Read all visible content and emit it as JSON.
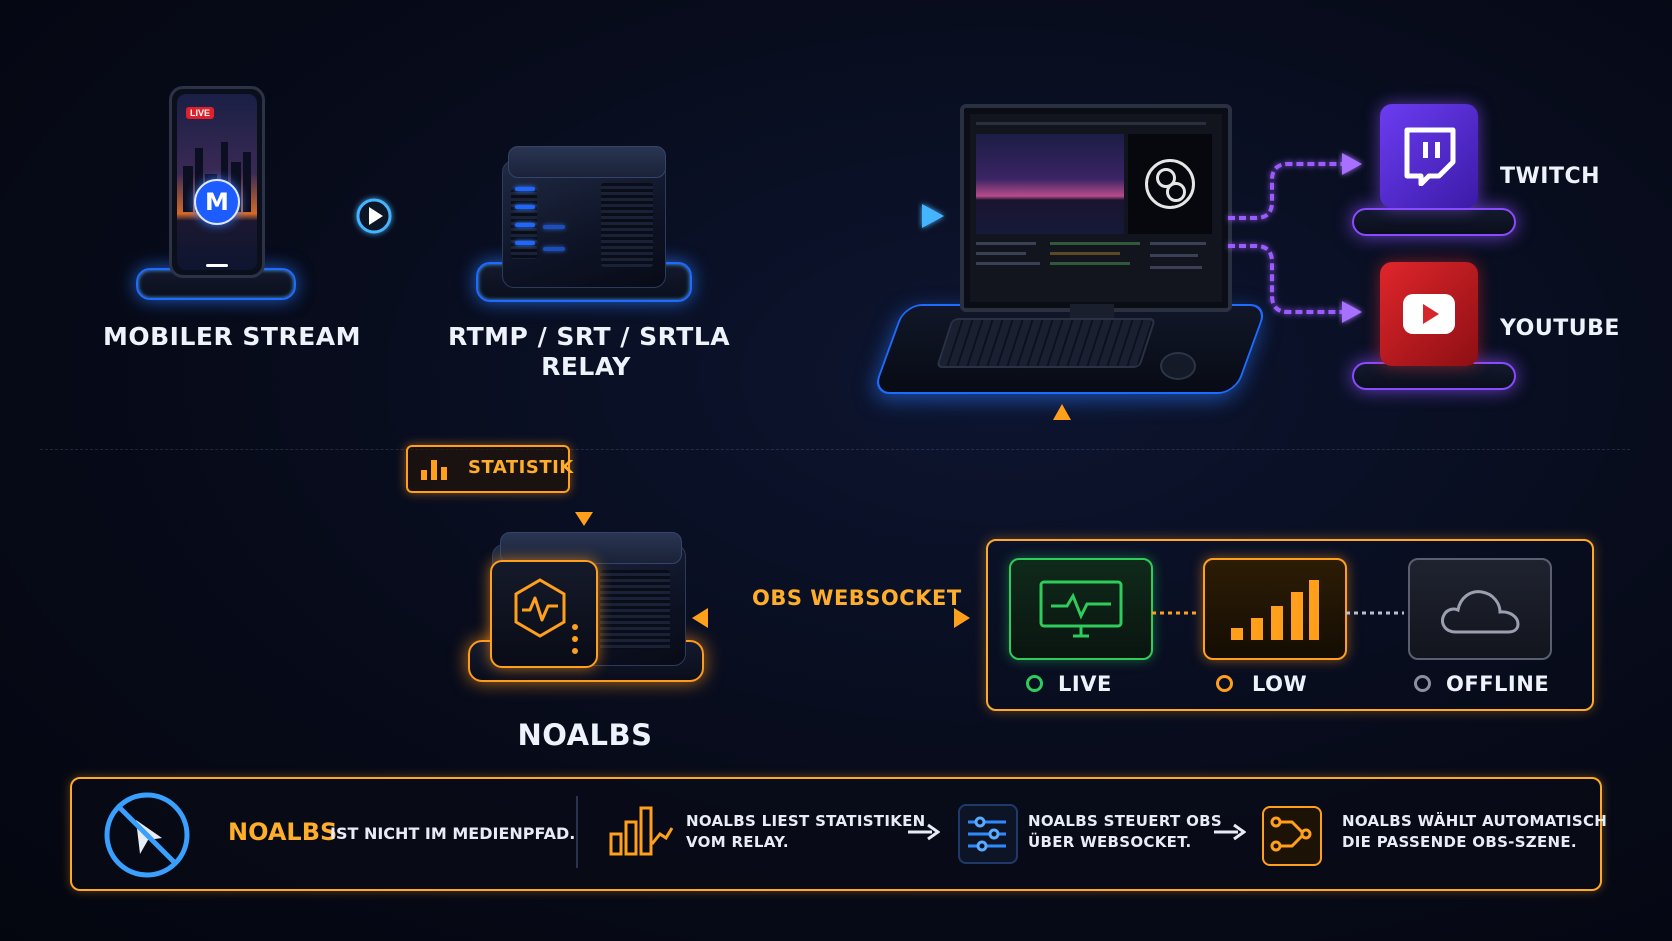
{
  "nodes": {
    "mobile_stream": "MOBILER STREAM",
    "relay_line1": "RTMP / SRT / SRTLA",
    "relay_line2": "RELAY",
    "noalbs": "NOALBS",
    "twitch": "TWITCH",
    "youtube": "YOUTUBE"
  },
  "phone": {
    "live_badge": "LIVE",
    "app_letter": "M"
  },
  "connectors": {
    "statistik": "STATISTIK",
    "obs_websocket": "OBS WEBSOCKET"
  },
  "states": [
    {
      "label": "LIVE",
      "color": "#2ecc5a"
    },
    {
      "label": "LOW",
      "color": "#ff9f1c"
    },
    {
      "label": "OFFLINE",
      "color": "#8a90a0"
    }
  ],
  "footer": {
    "noalbs_word": "NOALBS",
    "not_in_path": "IST NICHT IM MEDIENPFAD.",
    "step1_line1": "NOALBS LIEST STATISTIKEN",
    "step1_line2": "VOM RELAY.",
    "step2_line1": "NOALBS STEUERT OBS",
    "step2_line2": "ÜBER WEBSOCKET.",
    "step3_line1": "NOALBS WÄHLT AUTOMATISCH",
    "step3_line2": "DIE PASSENDE OBS-SZENE."
  },
  "colors": {
    "blue_accent": "#1f6bff",
    "orange_accent": "#ff9f1c",
    "purple_accent": "#8a4bff",
    "green_accent": "#2ecc5a"
  },
  "icons": [
    "play-icon",
    "bar-chart-icon",
    "obs-logo-icon",
    "twitch-logo-icon",
    "youtube-logo-icon",
    "waveform-hex-icon",
    "monitor-waveform-icon",
    "signal-bars-icon",
    "cloud-icon",
    "no-cursor-icon",
    "chart-up-icon",
    "sliders-icon",
    "scene-switch-icon"
  ]
}
